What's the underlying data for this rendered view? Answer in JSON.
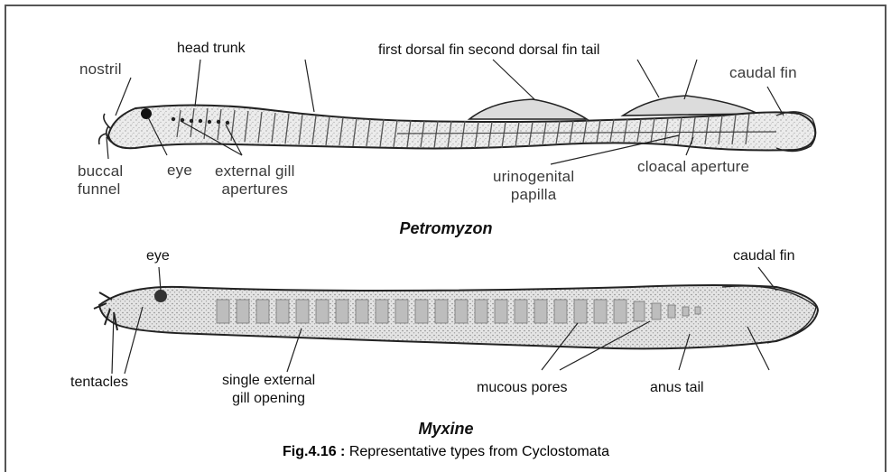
{
  "petromyzon": {
    "title": "Petromyzon",
    "labels": {
      "nostril": "nostril",
      "head_trunk": "head trunk",
      "dorsal_tail": "first dorsal fin second dorsal fin tail",
      "caudal_fin": "caudal fin",
      "buccal_funnel": "buccal\nfunnel",
      "eye": "eye",
      "gill_apertures": "external gill\napertures",
      "urinogenital_papilla": "urinogenital\npapilla",
      "cloacal_aperture": "cloacal aperture"
    }
  },
  "myxine": {
    "title": "Myxine",
    "labels": {
      "eye": "eye",
      "caudal_fin": "caudal fin",
      "tentacles": "tentacles",
      "gill_opening": "single external\ngill opening",
      "mucous_pores": "mucous pores",
      "anus_tail": "anus tail"
    }
  },
  "caption": {
    "fig": "Fig.4.16 :",
    "text": "Representative types from Cyclostomata"
  },
  "colors": {
    "frame": "#555555",
    "body_fill": "#e9e9e9",
    "ink": "#1a1a1a"
  }
}
